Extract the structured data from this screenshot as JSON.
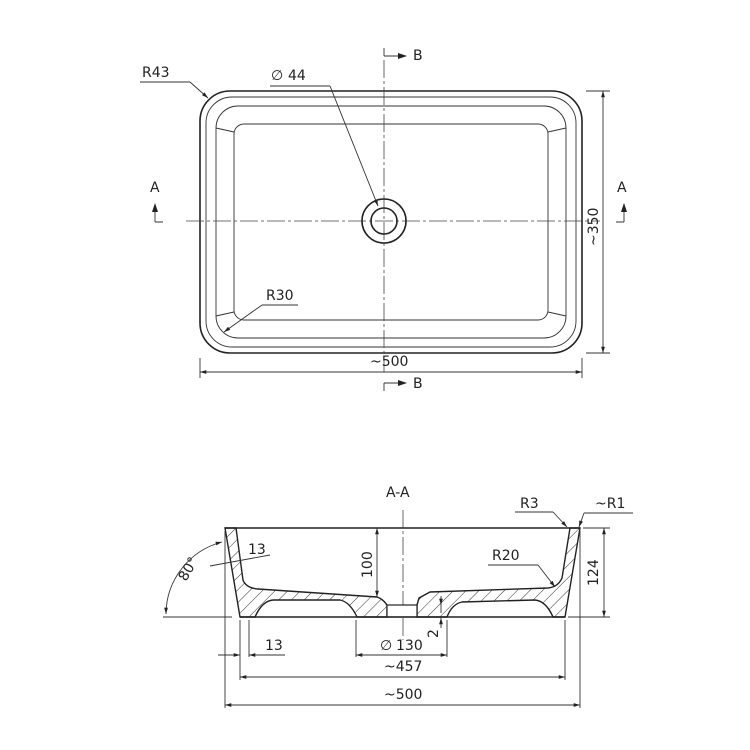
{
  "drawing": {
    "top_view": {
      "outer_radius_label": "R43",
      "inner_radius_label": "R30",
      "drain_diameter_label": "44",
      "width_label": "~500",
      "depth_label": "~350",
      "section_a_label": "A",
      "section_b_label": "B"
    },
    "section_view": {
      "title": "A-A",
      "angle_label": "80°",
      "wall_thickness_label": "13",
      "inner_depth_label": "100",
      "total_height_label": "124",
      "rim_radius_label": "R3",
      "edge_radius_label": "~R1",
      "fillet_radius_label": "R20",
      "base_offset_label": "13",
      "drain_diameter_label": "130",
      "recess_label": "2",
      "base_width_label": "~457",
      "total_width_label": "~500"
    },
    "diameter_symbol": "∅"
  }
}
